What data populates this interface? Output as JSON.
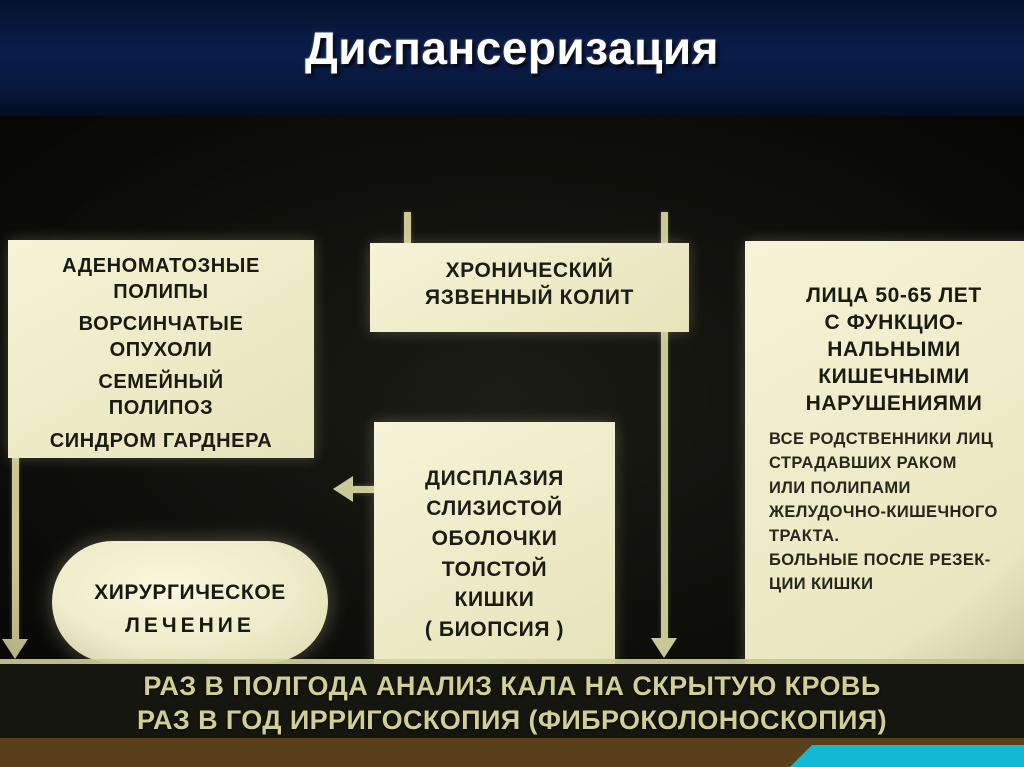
{
  "header": {
    "title": "Диспансеризация"
  },
  "diagram": {
    "risk_groups_box": {
      "lines": [
        "АДЕНОМАТОЗНЫЕ",
        "ПОЛИПЫ",
        "ВОРСИНЧАТЫЕ",
        "ОПУХОЛИ",
        "СЕМЕЙНЫЙ",
        "ПОЛИПОЗ",
        "СИНДРОМ ГАРДНЕРА"
      ]
    },
    "colitis_box": {
      "lines": [
        "ХРОНИЧЕСКИЙ",
        "ЯЗВЕННЫЙ КОЛИТ"
      ]
    },
    "persons_box": {
      "lines": [
        "ЛИЦА 50-65 ЛЕТ",
        "С ФУНКЦИО-",
        "НАЛЬНЫМИ",
        "КИШЕЧНЫМИ",
        "НАРУШЕНИЯМИ"
      ],
      "detail_lines": [
        "ВСЕ РОДСТВЕННИКИ ЛИЦ",
        "СТРАДАВШИХ РАКОМ",
        "ИЛИ ПОЛИПАМИ",
        "ЖЕЛУДОЧНО-КИШЕЧНОГО",
        "ТРАКТА.",
        "БОЛЬНЫЕ ПОСЛЕ РЕЗЕК-",
        "ЦИИ КИШКИ"
      ]
    },
    "dysplasia_box": {
      "lines": [
        "ДИСПЛАЗИЯ",
        "СЛИЗИСТОЙ",
        "ОБОЛОЧКИ",
        "ТОЛСТОЙ",
        "КИШКИ",
        "( БИОПСИЯ )"
      ]
    },
    "surgery_box": {
      "lines": [
        "ХИРУРГИЧЕСКОЕ",
        "ЛЕЧЕНИЕ"
      ]
    },
    "bottom_banner": {
      "lines": [
        "РАЗ В ПОЛГОДА АНАЛИЗ КАЛА НА СКРЫТУЮ КРОВЬ",
        "РАЗ В ГОД ИРРИГОСКОПИЯ (ФИБРОКОЛОНОСКОПИЯ)"
      ]
    },
    "connectors": [
      {
        "name": "adenoma-to-surgery",
        "direction": "down"
      },
      {
        "name": "adenoma-to-banner",
        "direction": "down"
      },
      {
        "name": "colitis-to-dysplasia",
        "direction": "down"
      },
      {
        "name": "colitis-to-banner",
        "direction": "down"
      },
      {
        "name": "dysplasia-to-surgery",
        "direction": "left"
      },
      {
        "name": "persons-to-banner",
        "direction": "down"
      }
    ]
  },
  "colors": {
    "header_background": "#0a1c49",
    "title_text": "#ffffff",
    "card_background": "#efecc9",
    "card_text": "#17180f",
    "photo_background": "#0c0c08",
    "connector": "#c8c795",
    "banner_text": "#cfcf96",
    "strip_brown": "#5a3f1c",
    "strip_cyan": "#13b9d4"
  }
}
